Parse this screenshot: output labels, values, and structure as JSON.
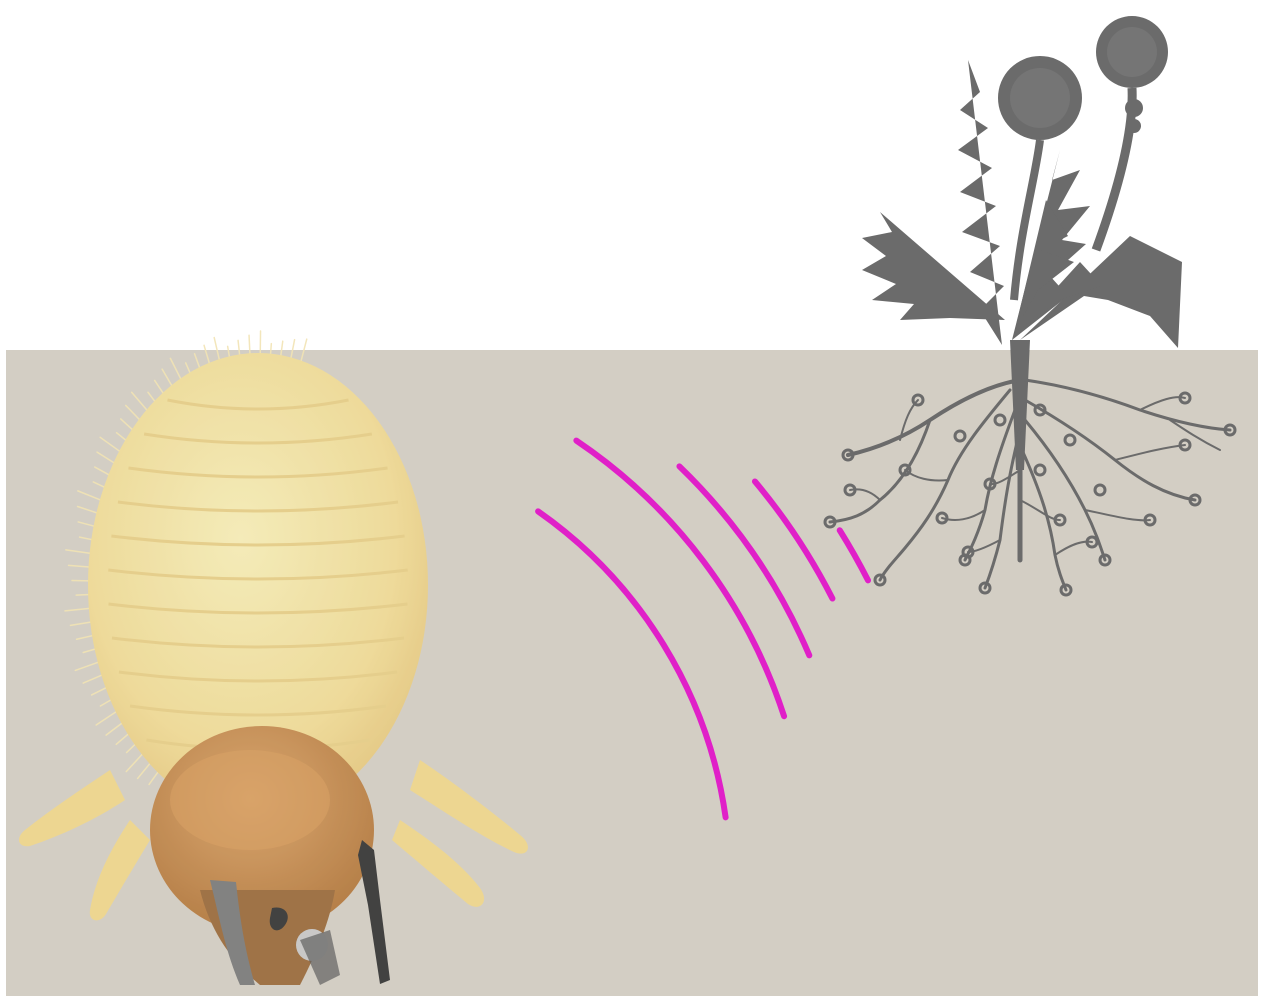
{
  "scene": {
    "sky_color": "#ffffff",
    "soil_color": "#d3cec4",
    "signal_color": "#e020c8",
    "plant_color": "#6b6b6b",
    "larva_body_color": "#f3e2a0",
    "larva_head_color": "#c98c4e"
  },
  "elements": {
    "larva": "beetle-larva",
    "plant": "dandelion-plant",
    "roots": "dandelion-roots",
    "signal": "signal-waves"
  }
}
